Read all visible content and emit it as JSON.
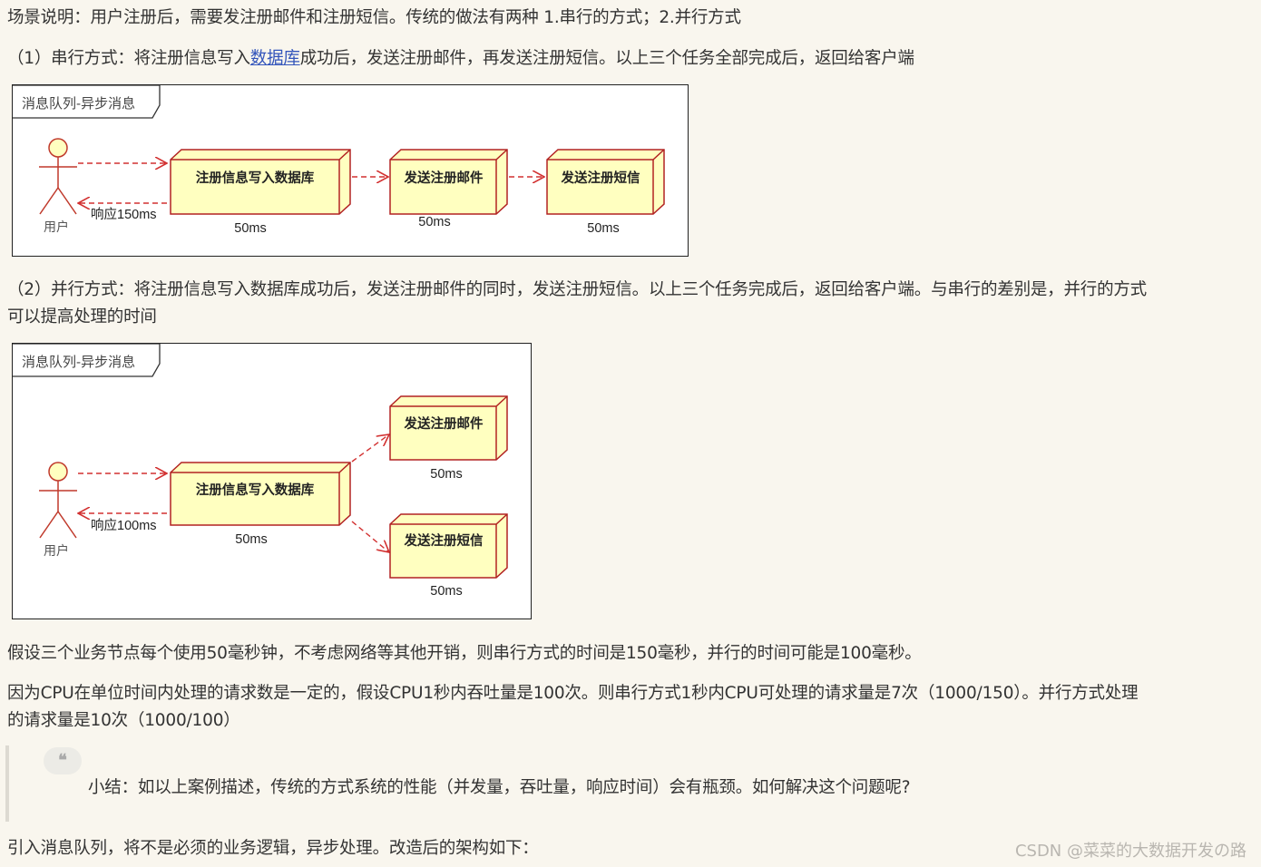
{
  "para_scene": "场景说明：用户注册后，需要发注册邮件和注册短信。传统的做法有两种 1.串行的方式；2.并行方式",
  "para_serial": {
    "before": "（1）串行方式：将注册信息写入",
    "link": "数据库",
    "after": "成功后，发送注册邮件，再发送注册短信。以上三个任务全部完成后，返回给客户端"
  },
  "diagram_serial": {
    "frame_title": "消息队列-异步消息",
    "actor_label": "用户",
    "response_label": "响应150ms",
    "boxes": [
      {
        "label": "注册信息写入数据库",
        "time": "50ms"
      },
      {
        "label": "发送注册邮件",
        "time": "50ms"
      },
      {
        "label": "发送注册短信",
        "time": "50ms"
      }
    ]
  },
  "para_parallel_line1": "（2）并行方式：将注册信息写入数据库成功后，发送注册邮件的同时，发送注册短信。以上三个任务完成后，返回给客户端。与串行的差别是，并行的方式",
  "para_parallel_line2": "可以提高处理的时间",
  "diagram_parallel": {
    "frame_title": "消息队列-异步消息",
    "actor_label": "用户",
    "response_label": "响应100ms",
    "boxes": [
      {
        "label": "注册信息写入数据库",
        "time": "50ms"
      },
      {
        "label": "发送注册邮件",
        "time": "50ms"
      },
      {
        "label": "发送注册短信",
        "time": "50ms"
      }
    ]
  },
  "para_assume": "假设三个业务节点每个使用50毫秒钟，不考虑网络等其他开销，则串行方式的时间是150毫秒，并行的时间可能是100毫秒。",
  "para_cpu_line1": "因为CPU在单位时间内处理的请求数是一定的，假设CPU1秒内吞吐量是100次。则串行方式1秒内CPU可处理的请求量是7次（1000/150）。并行方式处理",
  "para_cpu_line2": "的请求量是10次（1000/100）",
  "quote": {
    "mark": "❝",
    "text": "小结：如以上案例描述，传统的方式系统的性能（并发量，吞吐量，响应时间）会有瓶颈。如何解决这个问题呢?"
  },
  "para_intro": "引入消息队列，将不是必须的业务逻辑，异步处理。改造后的架构如下：",
  "watermark": "CSDN @菜菜的大数据开发の路",
  "colors": {
    "box_fill": "#ffffc0",
    "box_stroke": "#b22222",
    "arrow": "#d23030",
    "actor_fill": "#ffffc0"
  }
}
